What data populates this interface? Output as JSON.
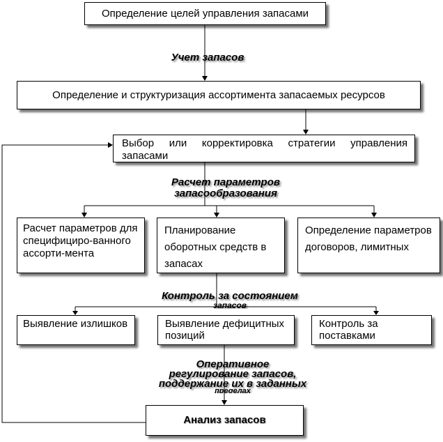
{
  "boxes": {
    "goals": "Определение целей управления запасами",
    "assortment": "Определение и структуризация ассортимента запасаемых ресурсов",
    "strategy": "Выбор или корректировка стратегии управления запасами",
    "calc_params": "Расчет параметров для специфициро-ванного ассорти-мента",
    "planning": "Планирование оборотных средств в запасах",
    "contract_params": "Определение параметров договоров, лимитных",
    "surplus": "Выявление излишков",
    "deficit": "Выявление дефицитных позиций",
    "delivery_control": "Контроль за поставками",
    "analysis": "Анализ запасов"
  },
  "labels": {
    "accounting": "Учет запасов",
    "calc_line1": "Расчет параметров",
    "calc_line2": "запасообразования",
    "control_line1": "Контроль за состоянием",
    "control_line2": "запасов",
    "oper_line1": "Оперативное",
    "oper_line2": "регулирование запасов,",
    "oper_line3": "поддержание их в заданных",
    "oper_line4": "пределах"
  }
}
